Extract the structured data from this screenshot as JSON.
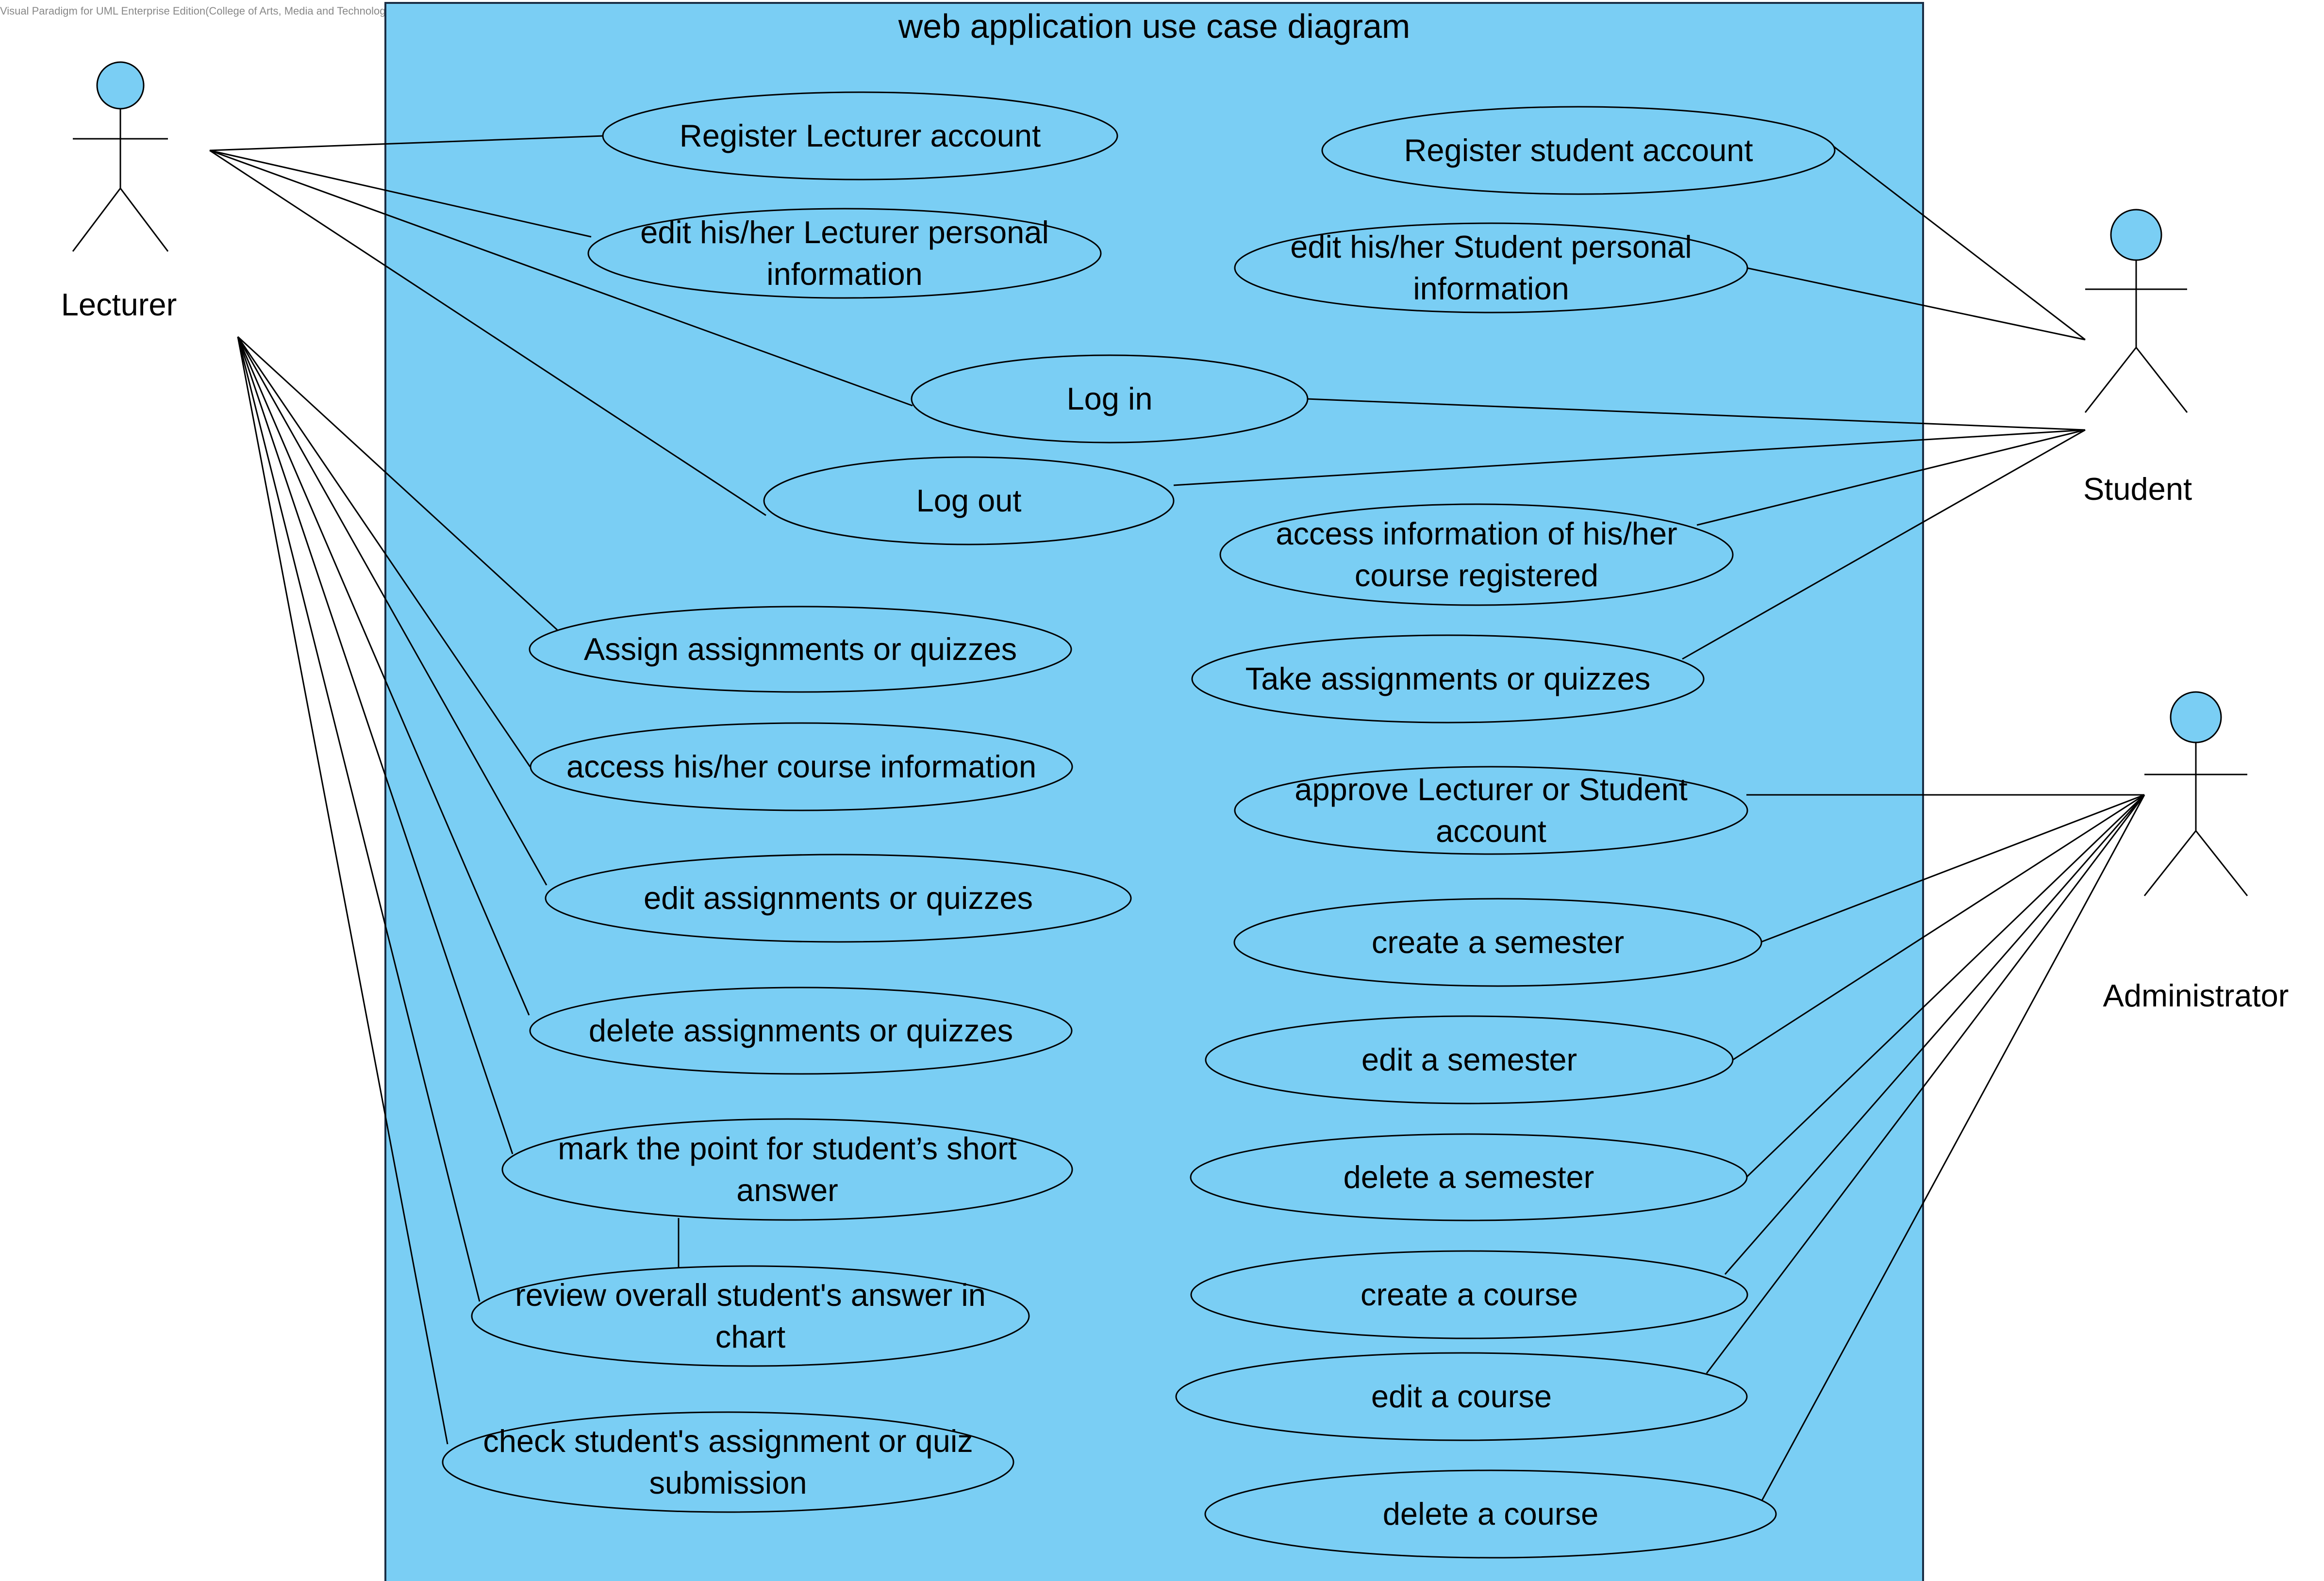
{
  "watermark": "Visual Paradigm for UML Enterprise Edition(College of Arts, Media and Technology)",
  "title": "web application use case diagram",
  "colors": {
    "fill": "#7ACEF4",
    "stroke": "#000000"
  },
  "actors": {
    "lecturer": "Lecturer",
    "student": "Student",
    "administrator": "Administrator"
  },
  "use_cases": {
    "register_lecturer": [
      "Register Lecturer account"
    ],
    "edit_lecturer_info": [
      "edit his/her Lecturer personal",
      "information"
    ],
    "log_in": [
      "Log in"
    ],
    "log_out": [
      "Log out"
    ],
    "assign": [
      "Assign assignments or quizzes"
    ],
    "access_course": [
      "access his/her course information"
    ],
    "edit_assign": [
      "edit assignments or quizzes"
    ],
    "delete_assign": [
      "delete assignments or quizzes"
    ],
    "mark_point": [
      "mark the point for student’s short",
      "answer"
    ],
    "review_chart": [
      "review overall student's answer in",
      "chart"
    ],
    "check_submission": [
      "check student's assignment or quiz",
      "submission"
    ],
    "register_student": [
      "Register student account"
    ],
    "edit_student_info": [
      "edit his/her Student personal",
      "information"
    ],
    "access_registered": [
      "access information of his/her",
      "course registered"
    ],
    "take_assign": [
      "Take assignments or quizzes"
    ],
    "approve_account": [
      "approve Lecturer or Student",
      "account"
    ],
    "create_semester": [
      "create a semester"
    ],
    "edit_semester": [
      "edit a semester"
    ],
    "delete_semester": [
      "delete a semester"
    ],
    "create_course": [
      "create a course"
    ],
    "edit_course": [
      "edit a course"
    ],
    "delete_course": [
      "delete a course"
    ]
  }
}
